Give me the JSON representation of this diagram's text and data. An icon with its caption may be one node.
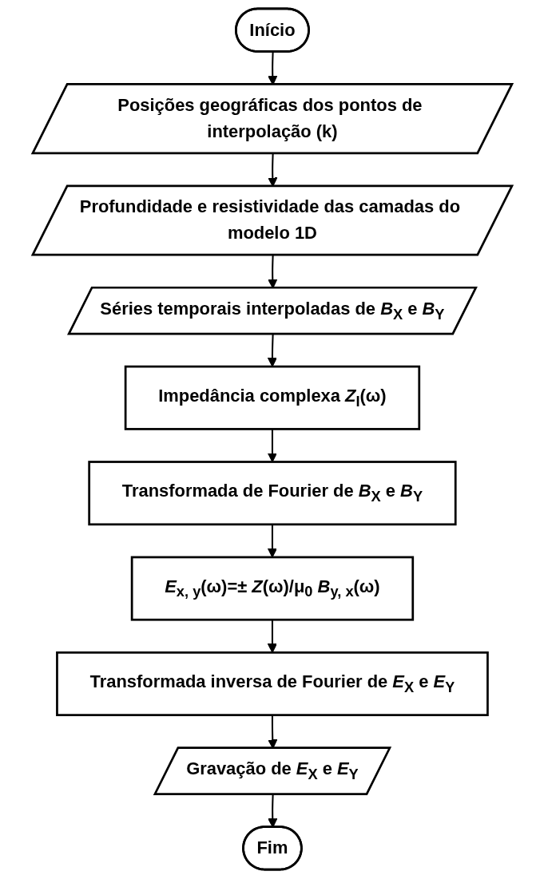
{
  "diagram": {
    "nodes": [
      {
        "text": [
          "Início"
        ]
      },
      {
        "text": [
          "Posições geográficas dos pontos de interpolação (k)"
        ]
      },
      {
        "text": [
          "Profundidade e resistividade das camadas do modelo 1D"
        ]
      },
      {
        "text": [
          "Séries temporais interpoladas de *B*$_{X}$ e *B*$_{Y}$"
        ]
      },
      {
        "text": [
          "Impedância complexa *Z*$_{I}$(ω)"
        ]
      },
      {
        "text": [
          "Transformada de Fourier de *B*$_{X}$ e *B*$_{Y}$"
        ]
      },
      {
        "text": [
          "*E*$_{x, y}$(ω)=± *Z*(ω)/μ$_{0}$ *B*$_{y, x}$(ω)"
        ]
      },
      {
        "text": [
          "Transformada inversa de Fourier de *E*$_{X}$ e *E*$_{Y}$"
        ]
      },
      {
        "text": [
          "Gravação de *E*$_{X}$ e *E*$_{Y}$"
        ]
      },
      {
        "text": [
          "Fim"
        ]
      }
    ],
    "edges": [
      {
        "from": 0,
        "to": 1,
        "arrow": "to"
      },
      {
        "from": 1,
        "to": 2,
        "arrow": "to"
      },
      {
        "from": 2,
        "to": 3,
        "arrow": "to"
      },
      {
        "from": 3,
        "to": 4,
        "arrow": "to"
      },
      {
        "from": 4,
        "to": 5,
        "arrow": "to"
      },
      {
        "from": 5,
        "to": 6,
        "arrow": "to"
      },
      {
        "from": 6,
        "to": 7,
        "arrow": "to"
      },
      {
        "from": 7,
        "to": 8,
        "arrow": "to"
      },
      {
        "from": 8,
        "to": 9,
        "arrow": "to"
      }
    ]
  }
}
